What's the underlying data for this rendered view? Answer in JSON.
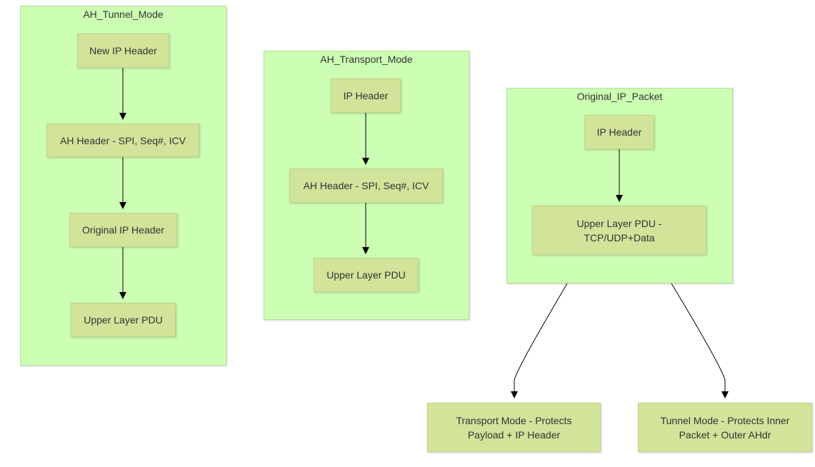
{
  "clusters": {
    "tunnel": {
      "title": "AH_Tunnel_Mode",
      "nodes": {
        "new_ip_header": "New IP Header",
        "ah_header": "AH Header - SPI, Seq#, ICV",
        "original_ip_header": "Original IP Header",
        "upper_layer_pdu": "Upper Layer PDU"
      }
    },
    "transport": {
      "title": "AH_Transport_Mode",
      "nodes": {
        "ip_header": "IP Header",
        "ah_header": "AH Header - SPI, Seq#, ICV",
        "upper_layer_pdu": "Upper Layer PDU"
      }
    },
    "original": {
      "title": "Original_IP_Packet",
      "nodes": {
        "ip_header": "IP Header",
        "upper_layer_pdu": "Upper Layer PDU -\nTCP/UDP+Data"
      }
    }
  },
  "outputs": {
    "transport_note": "Transport Mode - Protects\nPayload + IP Header",
    "tunnel_note": "Tunnel Mode - Protects Inner\nPacket + Outer AHdr"
  },
  "colors": {
    "cluster_fill": "#ccffb3",
    "node_fill": "#d2e39a",
    "edge": "#000000"
  }
}
